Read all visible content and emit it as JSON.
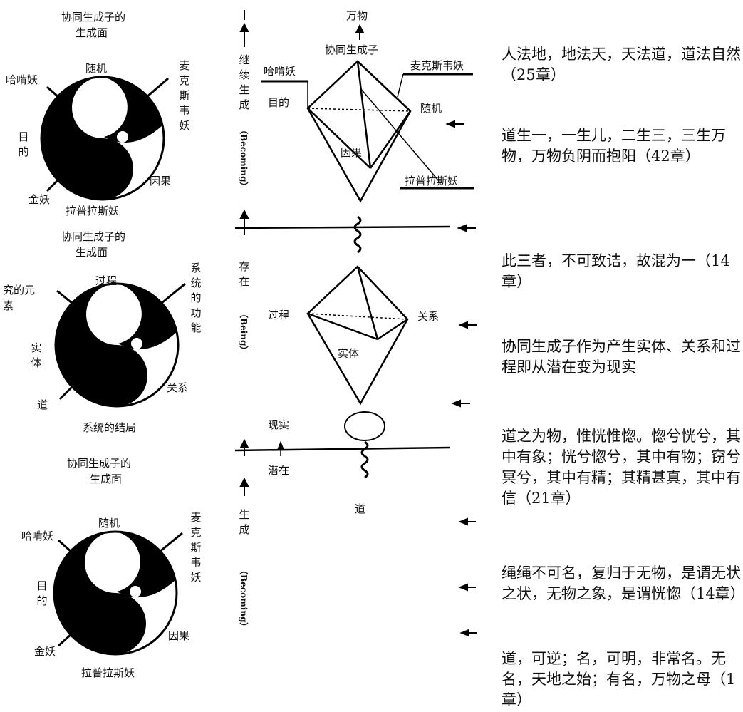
{
  "left_diagrams": [
    {
      "title_line1": "协同生成子的",
      "title_line2": "生成面",
      "labels": {
        "top": "随机",
        "upper_left": "哈啃妖",
        "upper_right": "麦\n克\n斯\n韦\n妖",
        "left": "目\n的",
        "right": "因果",
        "lower_left": "金妖",
        "bottom": "拉普拉斯妖"
      }
    },
    {
      "title_line1": "协同生成子的",
      "title_line2": "生成面",
      "labels": {
        "top": "过程",
        "upper_left": "究的元\n素",
        "upper_right": "系\n统\n的\n功\n能",
        "left": "实\n体",
        "right": "关系",
        "lower_left": "道",
        "bottom": "系统的结局"
      }
    },
    {
      "title_line1": "协同生成子的",
      "title_line2": "生成面",
      "labels": {
        "top": "随机",
        "upper_left": "哈啃妖",
        "upper_right": "麦\n克\n斯\n韦\n妖",
        "left": "目\n的",
        "right": "因果",
        "lower_left": "金妖",
        "bottom": "拉普拉斯妖"
      }
    }
  ],
  "middle": {
    "side_labels": {
      "top_cn": "继\n续\n生\n成",
      "top_en": "（Becoming）",
      "mid_cn": "存\n在",
      "mid_en": "（Being）",
      "bot_cn": "生\n成",
      "bot_en": "（Becoming）"
    },
    "upper_diamond": {
      "top_label": "万物",
      "apex_label": "协同生成子",
      "left_label": "哈啃妖",
      "left_vertex": "目的",
      "right_label": "麦克斯韦妖",
      "right_vertex": "随机",
      "center_label": "因果",
      "bottom_label": "拉普拉斯妖"
    },
    "lower_diamond": {
      "left_vertex": "过程",
      "right_vertex": "关系",
      "center_label": "实体"
    },
    "reality_label": "现实",
    "potential_label": "潜在",
    "dao_label": "道"
  },
  "notes": [
    "人法地，地法天，天法道，道法自然（25章）",
    "道生一，一生儿，二生三，三生万物，万物负阴而抱阳（42章）",
    "此三者，不可致诘，故混为一（14章）",
    "协同生成子作为产生实体、关系和过程即从潜在变为现实",
    "道之为物，惟恍惟惚。惚兮恍兮，其中有象；恍兮惚兮，其中有物；窃兮冥兮，其中有精；其精甚真，其中有信（21章）",
    "绳绳不可名，复归于无物，是谓无状之状，无物之象，是谓恍惚（14章）",
    "道，可逆；名，可明，非常名。无名，天地之始；有名，万物之母（1章）"
  ]
}
